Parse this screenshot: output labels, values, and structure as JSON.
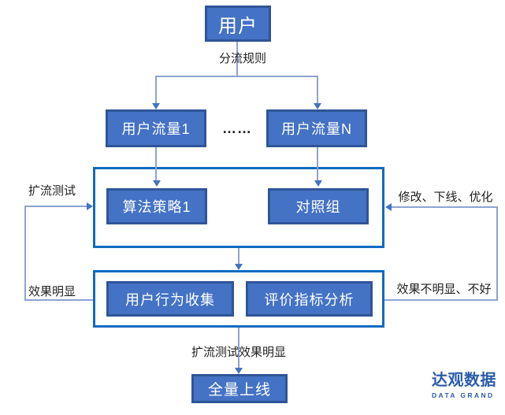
{
  "colors": {
    "node_fill": "#4472C4",
    "node_border": "#2F5597",
    "node_text": "#FFFFFF",
    "frame_border": "#0E6BBF",
    "connector_line": "#8CA3D3",
    "arrowhead": "#4472C4",
    "label_text": "#1F1F1F",
    "logo_blue": "#2A5CAA",
    "background": "#FFFFFF"
  },
  "diagram": {
    "nodes": {
      "user": "用户",
      "traffic1": "用户流量1",
      "ellipsis": "……",
      "trafficN": "用户流量N",
      "strategy1": "算法策略1",
      "control_group": "对照组",
      "behavior_collect": "用户行为收集",
      "metric_analysis": "评价指标分析",
      "full_launch": "全量上线"
    },
    "labels": {
      "split_rule": "分流规则",
      "expand_test": "扩流测试",
      "modify_offline_optimize": "修改、下线、优化",
      "effect_obvious": "效果明显",
      "effect_not_obvious": "效果不明显、不好",
      "expand_test_effect_obvious": "扩流测试效果明显"
    }
  },
  "logo": {
    "name": "达观数据",
    "subtitle": "DATA GRAND"
  }
}
